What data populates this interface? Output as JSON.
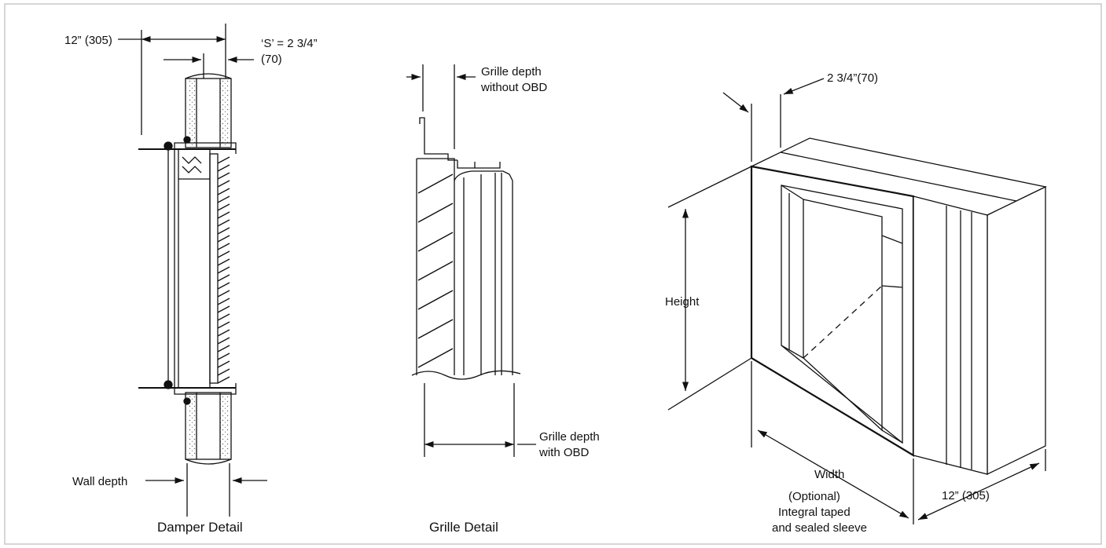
{
  "damper": {
    "dim_sleeve": "12” (305)",
    "dim_s_line1": "‘S’ = 2 3/4”",
    "dim_s_line2": "(70)",
    "wall_depth": "Wall depth",
    "caption": "Damper Detail"
  },
  "grille": {
    "without_obd_line1": "Grille depth",
    "without_obd_line2": "without OBD",
    "with_obd_line1": "Grille depth",
    "with_obd_line2": "with OBD",
    "caption": "Grille Detail"
  },
  "sleeve": {
    "dim_top": "2 3/4”(70)",
    "height": "Height",
    "width": "Width",
    "depth": "12” (305)",
    "note_line1": "(Optional)",
    "note_line2": "Integral taped",
    "note_line3": "and sealed sleeve"
  },
  "colors": {
    "border": "#c8c8c8",
    "line": "#111111",
    "hatch": "#777777"
  }
}
